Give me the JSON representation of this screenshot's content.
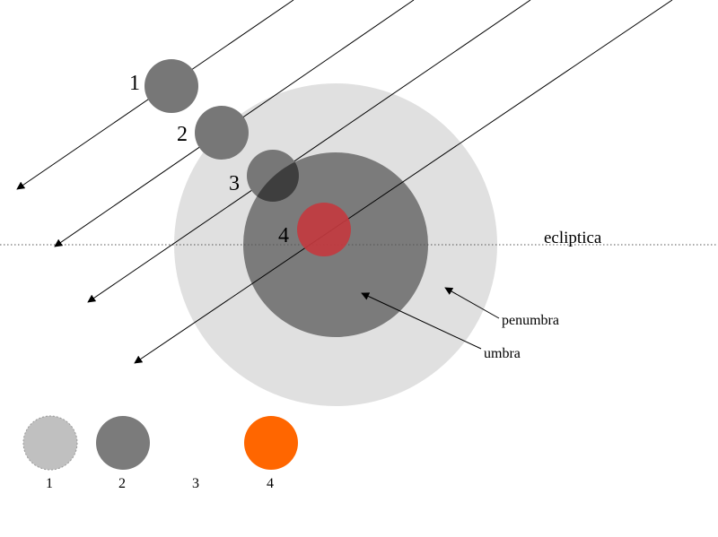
{
  "diagram": {
    "ecliptic_label": "ecliptica",
    "penumbra_label": "penumbra",
    "umbra_label": "umbra",
    "moon_positions": [
      "1",
      "2",
      "3",
      "4"
    ],
    "legend": [
      "1",
      "2",
      "3",
      "4"
    ],
    "colors": {
      "penumbra": "#e0e0e0",
      "umbra": "#7b7b7b",
      "moon_outside": "#777777",
      "moon_overlap": "#3e3e3e",
      "moon_eclipsed": "#c2393f",
      "legend_penumbral": "#c0c0c0",
      "legend_partial": "#7b7b7b",
      "legend_total": "#ff6600"
    }
  }
}
